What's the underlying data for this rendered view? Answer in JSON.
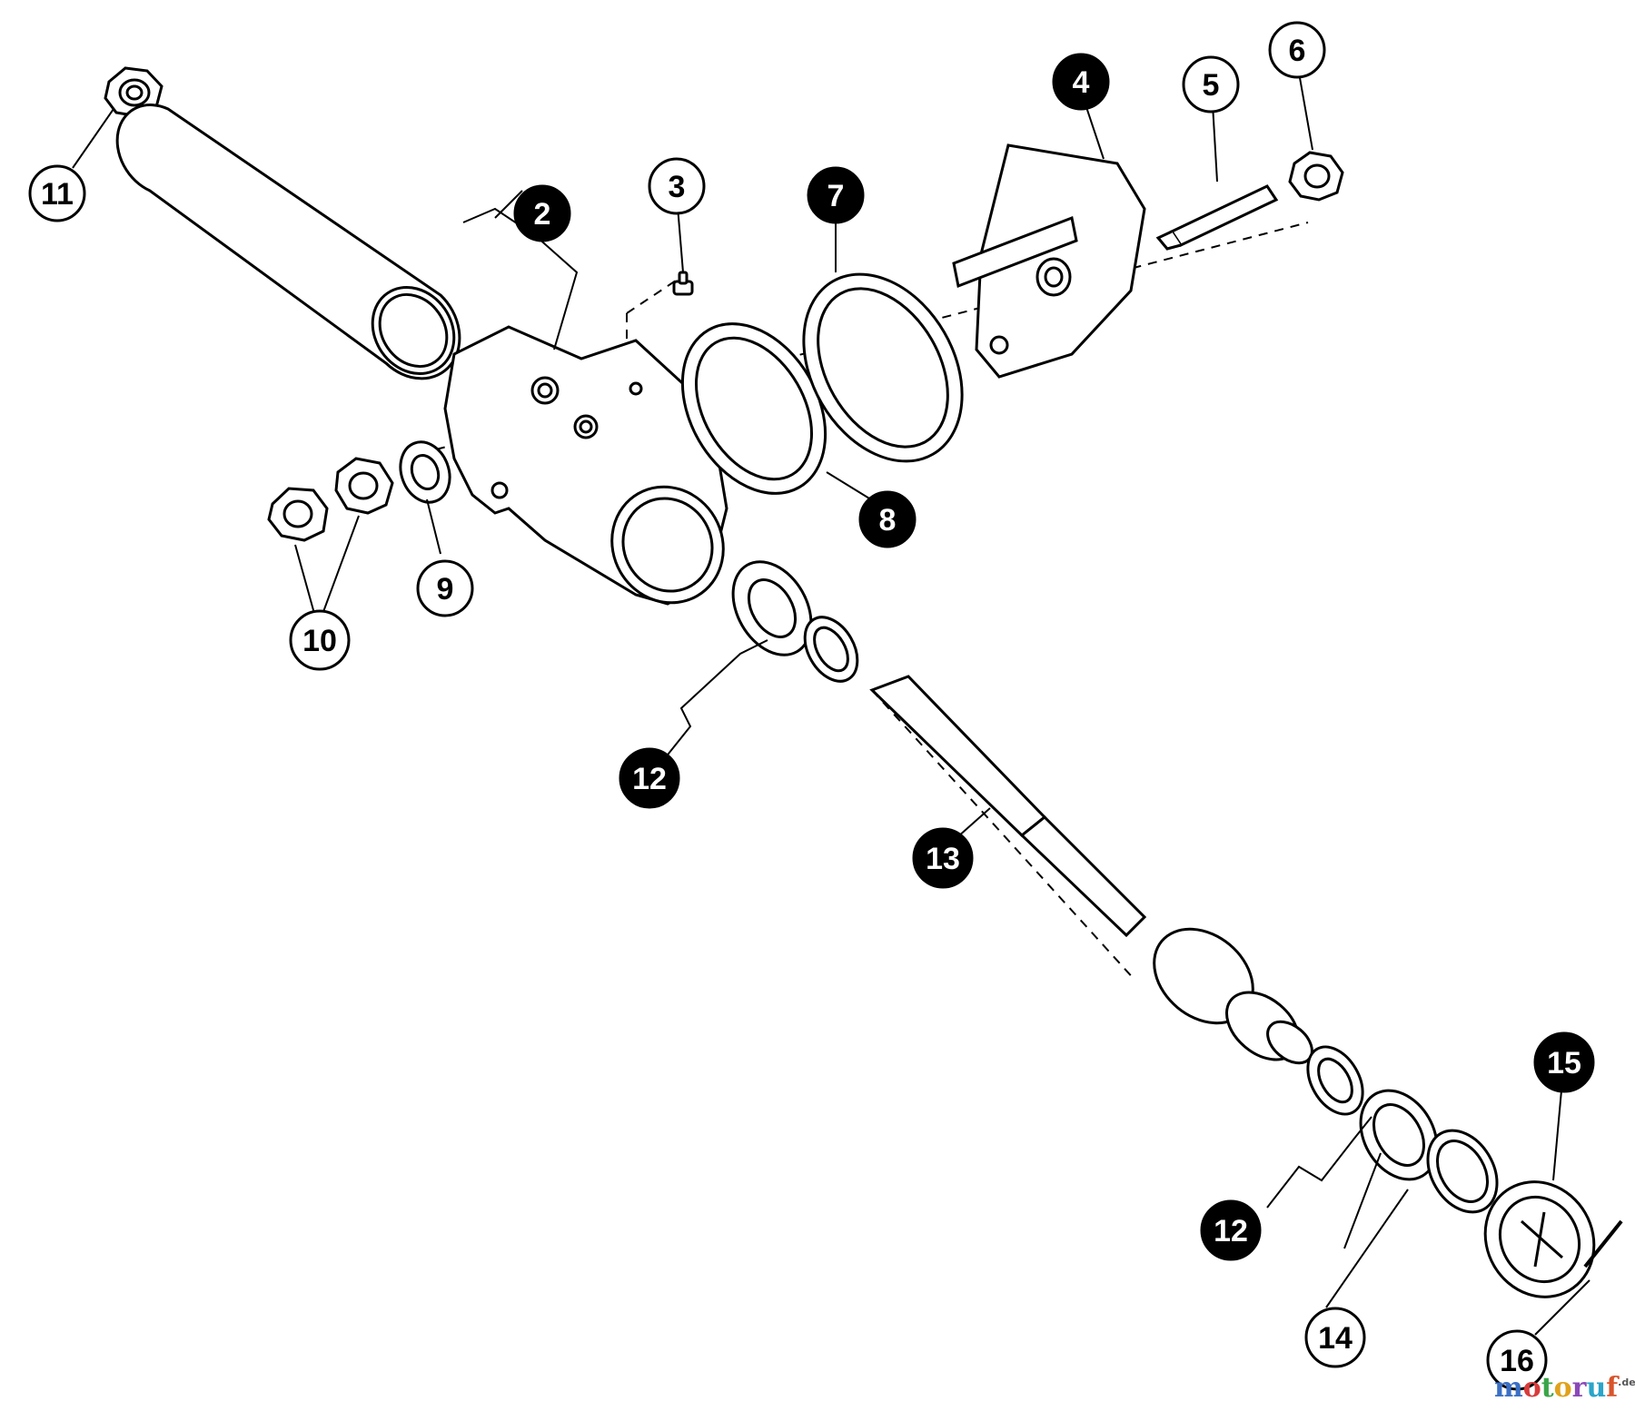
{
  "callouts": [
    {
      "id": "c11",
      "label": "11",
      "style": "open"
    },
    {
      "id": "c2",
      "label": "2",
      "style": "filled"
    },
    {
      "id": "c3",
      "label": "3",
      "style": "open"
    },
    {
      "id": "c7",
      "label": "7",
      "style": "filled"
    },
    {
      "id": "c4",
      "label": "4",
      "style": "filled"
    },
    {
      "id": "c5",
      "label": "5",
      "style": "open"
    },
    {
      "id": "c6",
      "label": "6",
      "style": "open"
    },
    {
      "id": "c8",
      "label": "8",
      "style": "filled"
    },
    {
      "id": "c9",
      "label": "9",
      "style": "open"
    },
    {
      "id": "c10",
      "label": "10",
      "style": "open"
    },
    {
      "id": "c12a",
      "label": "12",
      "style": "filled"
    },
    {
      "id": "c13",
      "label": "13",
      "style": "filled"
    },
    {
      "id": "c12b",
      "label": "12",
      "style": "filled"
    },
    {
      "id": "c15",
      "label": "15",
      "style": "filled"
    },
    {
      "id": "c14",
      "label": "14",
      "style": "open"
    },
    {
      "id": "c16",
      "label": "16",
      "style": "open"
    }
  ],
  "watermark": {
    "letters": [
      "m",
      "o",
      "t",
      "o",
      "r",
      "u",
      "f"
    ],
    "colors": [
      "#3b6fc4",
      "#d83b3b",
      "#3aa548",
      "#e0a21c",
      "#8a48b8",
      "#2aa5c9",
      "#d8542a"
    ],
    "suffix": ".de"
  }
}
